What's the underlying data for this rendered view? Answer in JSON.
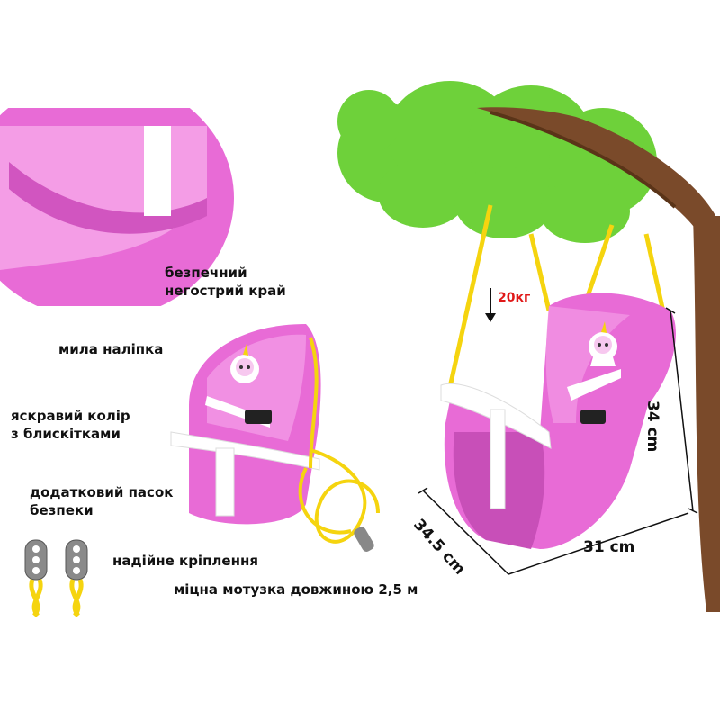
{
  "features": {
    "edge_label": "безпечний\nнегострий край",
    "sticker_label": "мила наліпка",
    "color_label": "яскравий колір\nз блискітками",
    "belt_label": "додатковий пасок\nбезпеки",
    "mount_label": "надійне кріплення",
    "rope_label": "міцна мотузка довжиною 2,5 м"
  },
  "specs": {
    "max_load": "20кг",
    "height": "34 cm",
    "depth": "34.5 cm",
    "width": "31 cm"
  },
  "colors": {
    "seat_pink": "#e86bd6",
    "seat_dark": "#c84fb8",
    "rope_yellow": "#f5d40f",
    "leaf_green": "#6ed13a",
    "trunk_brown": "#7a4a2a",
    "accent_red": "#e01818"
  },
  "icons": [
    "unicorn-sticker-icon",
    "down-arrow-icon",
    "metal-mount-icon"
  ]
}
